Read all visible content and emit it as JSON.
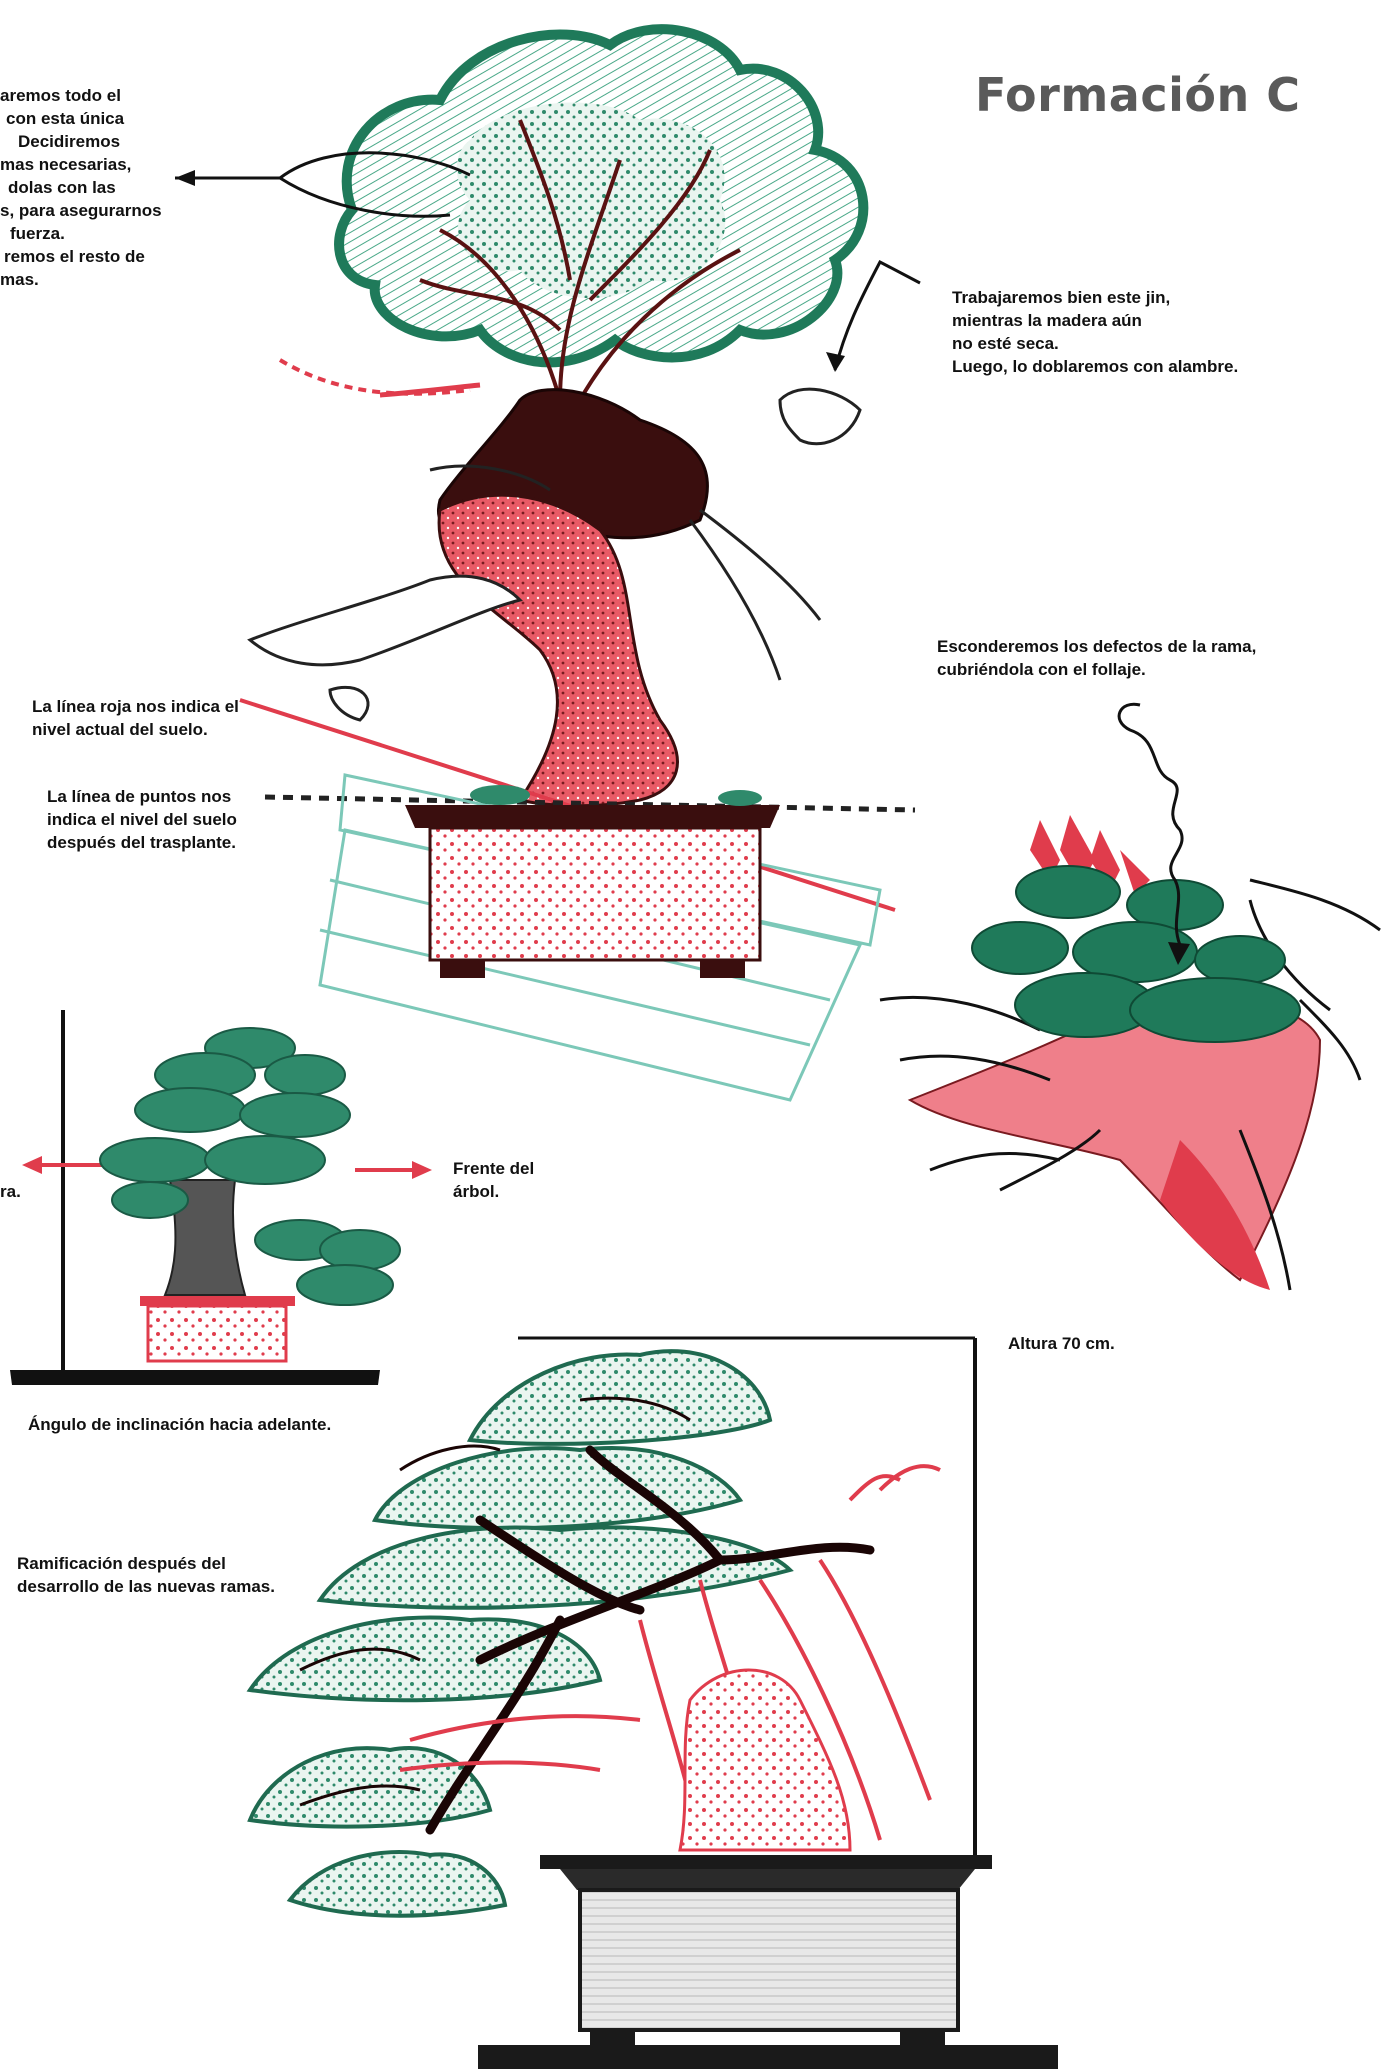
{
  "title": "Formación C",
  "notes": {
    "top_left": [
      "aremos todo el",
      "con esta única",
      "Decidiremos",
      "mas necesarias,",
      "dolas con las",
      "s, para asegurarnos",
      "fuerza.",
      "remos el resto de",
      "mas."
    ],
    "jin": [
      "Trabajaremos bien este jin,",
      "mientras la madera aún",
      "no esté seca.",
      "Luego, lo doblaremos con alambre."
    ],
    "hide_defects": [
      "Esconderemos los defectos de la rama,",
      "cubriéndola con el follaje."
    ],
    "red_line": [
      "La línea roja nos indica el",
      "nivel actual del suelo."
    ],
    "dotted_line": [
      "La línea de puntos nos",
      "indica el nivel del suelo",
      "después del trasplante."
    ],
    "left_arrow": "ra.",
    "front": [
      "Frente del",
      "árbol."
    ],
    "angle": "Ángulo de inclinación hacia adelante.",
    "height": "Altura 70 cm.",
    "ramification": [
      "Ramificación después del",
      "desarrollo de las nuevas ramas."
    ]
  },
  "colors": {
    "green": "#2f8a6b",
    "red": "#e03c4c",
    "dark": "#2a0f0f",
    "title_gray": "#5a5a5a"
  }
}
